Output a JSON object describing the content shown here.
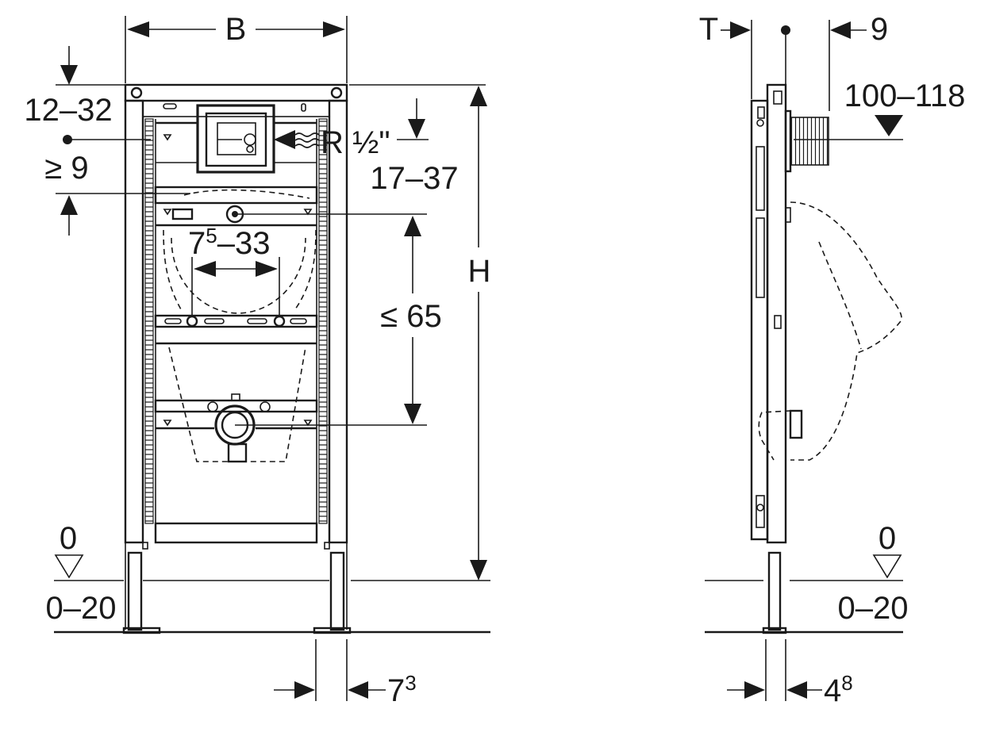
{
  "front_view": {
    "width_label": "B",
    "top_offset_label": "12–32",
    "side_offset_label": "≥ 9",
    "thread_label": "R ½\"",
    "thread_range_label": "17–37",
    "bracket_spacing_base": "7",
    "bracket_spacing_sup": "5",
    "bracket_spacing_rest": "–33",
    "height_label": "H",
    "drain_distance_label": "≤ 65",
    "floor_level_label": "0",
    "floor_range_label": "0–20",
    "foot_offset_base": "7",
    "foot_offset_sup": "3"
  },
  "side_view": {
    "depth_label": "T",
    "offset_label": "9",
    "range_label": "100–118",
    "floor_level_label": "0",
    "floor_range_label": "0–20",
    "foot_offset_base": "4",
    "foot_offset_sup": "8"
  }
}
